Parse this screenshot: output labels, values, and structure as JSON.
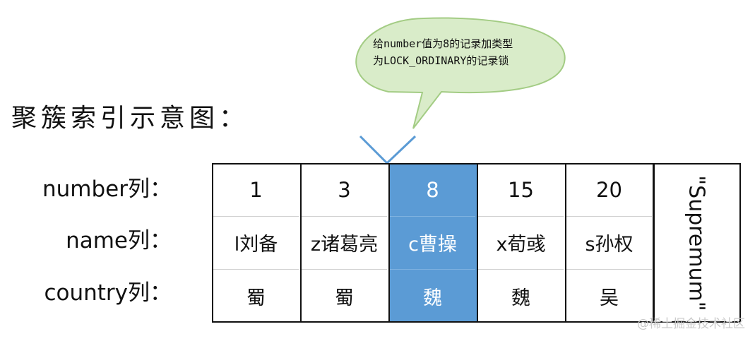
{
  "title": "聚簇索引示意图：",
  "row_labels": [
    "number列：",
    "name列：",
    "country列："
  ],
  "records": [
    {
      "number": "1",
      "name": "l刘备",
      "country": "蜀",
      "highlight": false
    },
    {
      "number": "3",
      "name": "z诸葛亮",
      "country": "蜀",
      "highlight": false
    },
    {
      "number": "8",
      "name": "c曹操",
      "country": "魏",
      "highlight": true
    },
    {
      "number": "15",
      "name": "x荀彧",
      "country": "魏",
      "highlight": false
    },
    {
      "number": "20",
      "name": "s孙权",
      "country": "吴",
      "highlight": false
    }
  ],
  "supremum": "\"Supremum\"",
  "callout": {
    "line1": "给number值为8的记录加类型",
    "line2": "为LOCK_ORDINARY的记录锁"
  },
  "watermark": "@稀土掘金技术社区",
  "colors": {
    "highlight": "#5b9bd5",
    "bubble_fill": "#d9ecc9",
    "bubble_stroke": "#a3cc84",
    "arrow": "#5b9bd5"
  }
}
